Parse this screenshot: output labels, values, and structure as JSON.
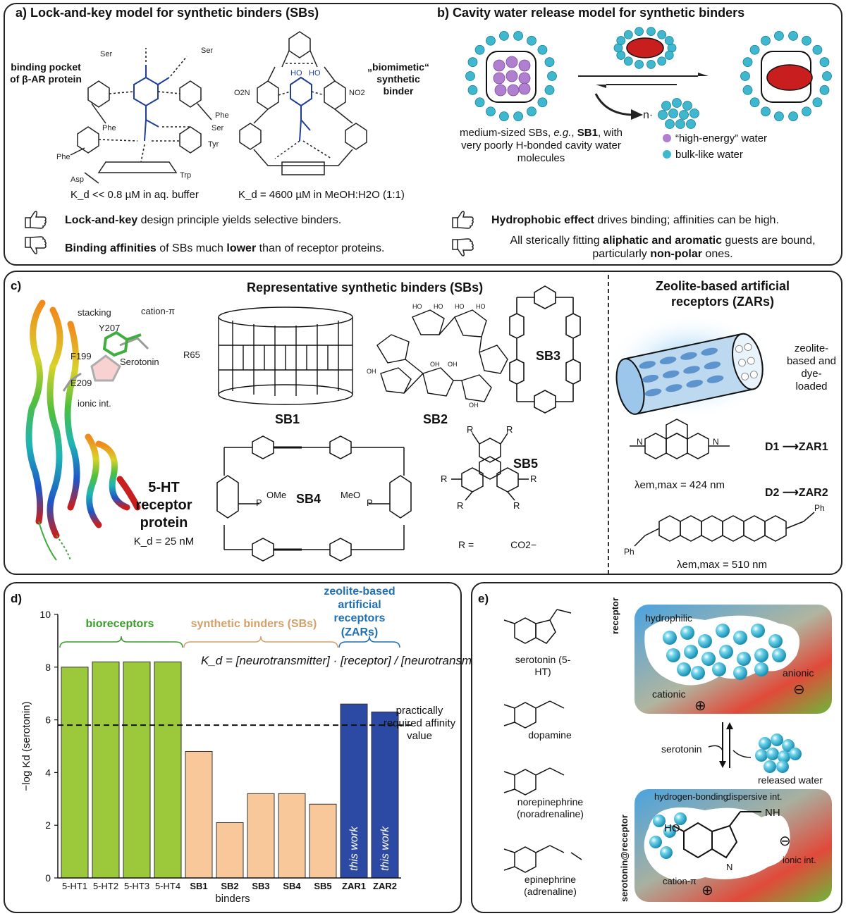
{
  "panel_a": {
    "title": "a) Lock-and-key model for synthetic binders (SBs)",
    "pocket_label": "binding pocket of β-AR protein",
    "biomimetic_label": "„biomimetic“ synthetic binder",
    "kd_left": "K_d << 0.8 µM in aq. buffer",
    "kd_right": "K_d = 4600 µM in MeOH:H2O (1:1)",
    "residues": [
      "Ser",
      "Ser",
      "Phe",
      "Phe",
      "Ser",
      "Phe",
      "Tyr",
      "Asp",
      "Trp"
    ],
    "groups": [
      "O2N",
      "NO2",
      "HO",
      "HO"
    ],
    "pro_lead": "Lock-and-key",
    "pro_rest": " design principle yields selective binders.",
    "con_lead": "Binding affinities",
    "con_mid": " of SBs much ",
    "con_bold": "lower",
    "con_rest": " than of receptor proteins."
  },
  "panel_b": {
    "title": "b) Cavity water release model for synthetic binders",
    "n_label": "n·",
    "caption_1": "medium-sized SBs, ",
    "caption_eg": "e.g.",
    "caption_sb1": "SB1",
    "caption_2": "with very poorly H-bonded cavity water molecules",
    "legend_high": "“high-energy” water",
    "legend_bulk": "bulk-like water",
    "pro_lead": "Hydrophobic effect",
    "pro_rest": " drives binding; affinities can be high.",
    "con_pre": "All sterically fitting ",
    "con_bold": "aliphatic and aromatic",
    "con_mid": " guests are bound, particularly ",
    "con_bold2": "non-polar",
    "con_end": " ones.",
    "colors": {
      "water": "#3fb8cf",
      "high_energy": "#b07fcf",
      "guest": "#c81e1e"
    }
  },
  "panel_c": {
    "label": "c)",
    "protein_annotations": [
      "stacking",
      "cation-π",
      "Y207",
      "F199",
      "Serotonin",
      "R65",
      "E209",
      "ionic int."
    ],
    "protein_title": "5-HT receptor protein",
    "protein_kd": "K_d = 25 nM",
    "sb_title": "Representative synthetic binders (SBs)",
    "sb_labels": [
      "SB1",
      "SB2",
      "SB3",
      "SB4",
      "SB5"
    ],
    "sb4_groups": [
      "OMe",
      "MeO"
    ],
    "sb5_r_def": "R = ",
    "sb5_r_group": "CO2−",
    "zar_title": "Zeolite-based artificial receptors (ZARs)",
    "zar_desc": "zeolite-based and dye-loaded",
    "d1": "D1",
    "zar1": "ZAR1",
    "d2": "D2",
    "zar2": "ZAR2",
    "lambda1": "λem,max = 424 nm",
    "lambda2": "λem,max = 510 nm",
    "ph": "Ph"
  },
  "panel_d": {
    "label": "d)",
    "group_bio": "bioreceptors",
    "group_sb": "synthetic binders (SBs)",
    "group_zar": "zeolite-based artificial receptors (ZARs)",
    "equation": "K_d = [neurotransmitter] · [receptor] / [neurotransmitter@receptor]",
    "threshold_label": "practically required affinity value",
    "this_work": "this work",
    "colors": {
      "bio": "#9cc93b",
      "sb": "#f9c89a",
      "zar": "#2c4aa3",
      "bio_text": "#3a9a2b",
      "sb_text": "#d2a06a",
      "zar_text": "#1f6fb5"
    }
  },
  "chart_data": {
    "type": "bar",
    "categories": [
      "5-HT1",
      "5-HT2",
      "5-HT3",
      "5-HT4",
      "SB1",
      "SB2",
      "SB3",
      "SB4",
      "SB5",
      "ZAR1",
      "ZAR2"
    ],
    "values": [
      8.0,
      8.2,
      8.2,
      8.2,
      4.8,
      2.1,
      3.2,
      3.2,
      2.8,
      6.6,
      6.3
    ],
    "groups": [
      "bio",
      "bio",
      "bio",
      "bio",
      "sb",
      "sb",
      "sb",
      "sb",
      "sb",
      "zar",
      "zar"
    ],
    "xlabel": "binders",
    "ylabel": "−log Kd (serotonin)",
    "ylim": [
      0,
      10
    ],
    "yticks": [
      0,
      2,
      4,
      6,
      8,
      10
    ],
    "threshold": 5.8
  },
  "panel_e": {
    "label": "e)",
    "molecules": [
      "serotonin (5-HT)",
      "dopamine",
      "norepinephrine (noradrenaline)",
      "epinephrine (adrenaline)"
    ],
    "receptor_side": "receptor",
    "complex_side": "serotonin@receptor",
    "hydrophilic": "hydrophilic",
    "anionic": "anionic",
    "cationic": "cationic",
    "serotonin": "serotonin",
    "released_water": "released water",
    "hbond": "hydrogen-bonding",
    "dispersive": "dispersive int.",
    "ionic": "ionic int.",
    "cation_pi": "cation-π"
  }
}
